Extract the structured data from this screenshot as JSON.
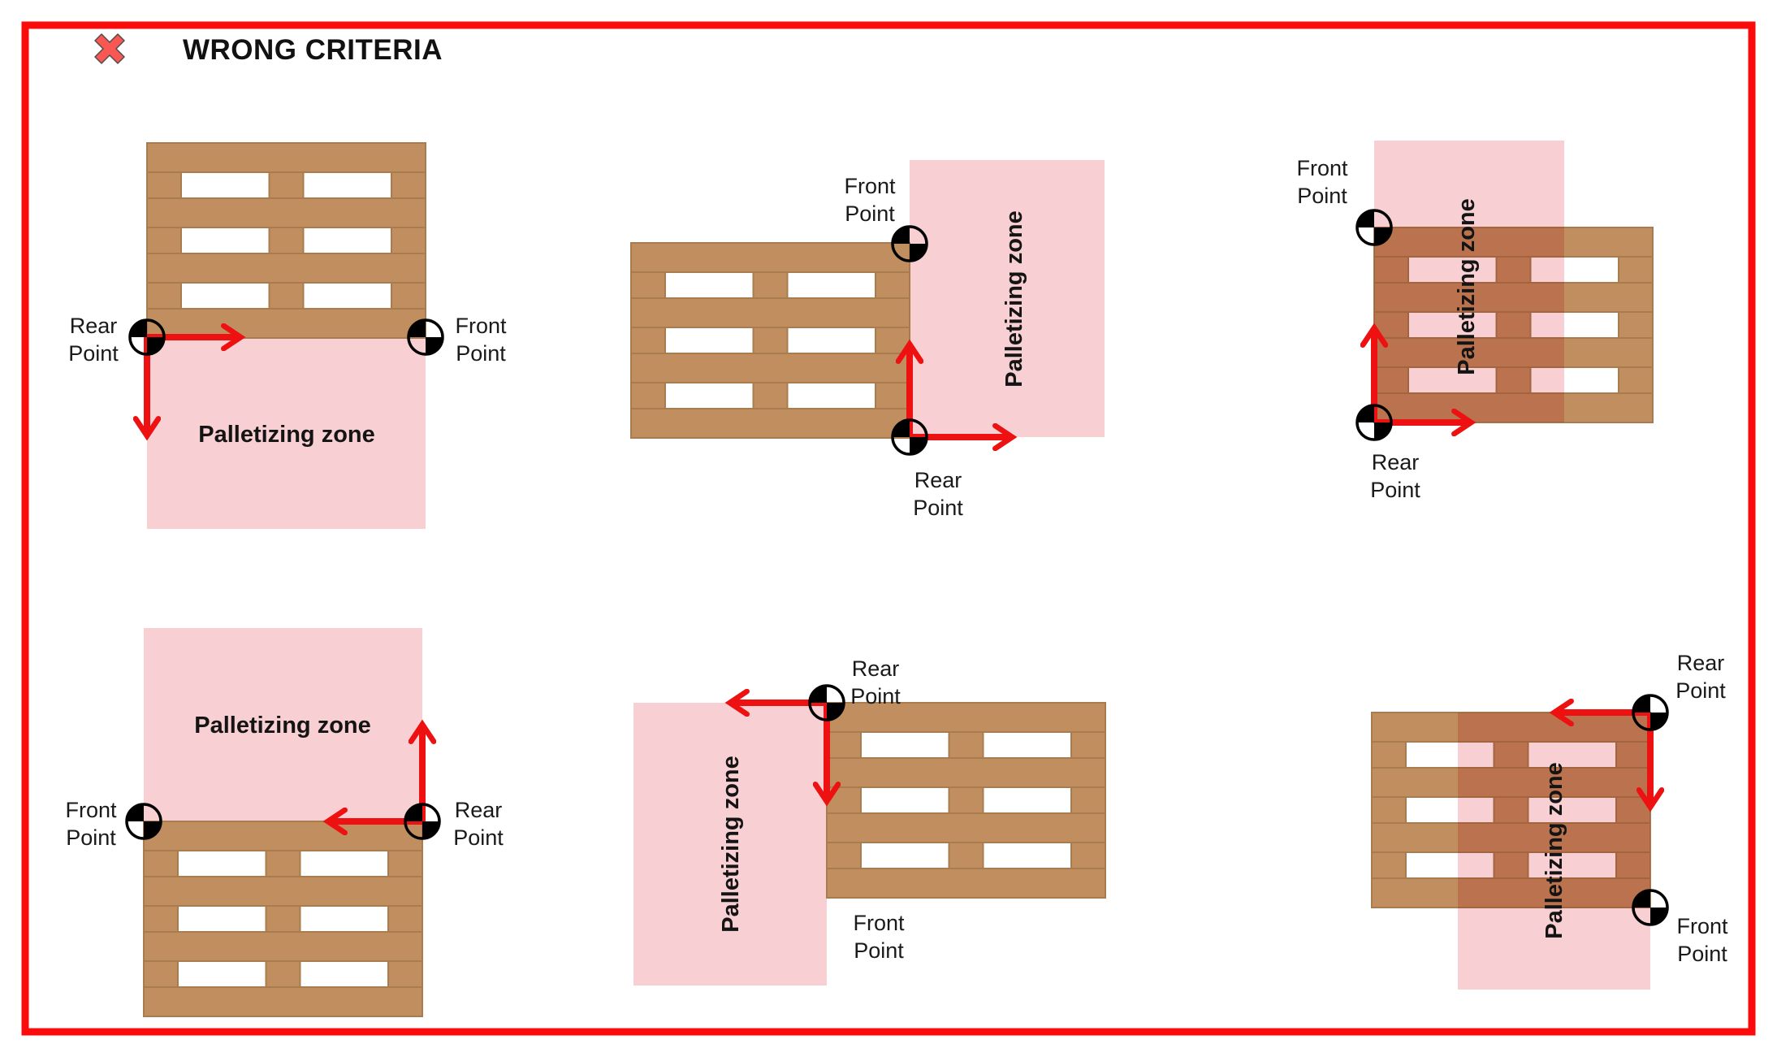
{
  "header": {
    "title": "WRONG CRITERIA",
    "icon": "red-x-cross"
  },
  "colors": {
    "background": "#FFFFFF",
    "frame_border_red": "#FB0B0B",
    "arrow_red": "#ED1111",
    "pallet_brown": "#C08E5F",
    "pallet_brown_stroke": "#A87C4E",
    "zone_pink": "#F8CFD2",
    "zone_overlap_effect": "multiply",
    "x_icon_fill": "#F85752",
    "label_black": "#111111"
  },
  "icons": {
    "wrong_icon": "red-x-cross",
    "point_marker": "center-of-mass-target"
  },
  "panels": [
    {
      "position": "top-left",
      "zone_label": "Palletizing zone",
      "rear_line1": "Rear",
      "rear_line2": "Point",
      "front_line1": "Front",
      "front_line2": "Point"
    },
    {
      "position": "top-middle",
      "zone_label": "Palletizing zone",
      "rear_line1": "Rear",
      "rear_line2": "Point",
      "front_line1": "Front",
      "front_line2": "Point"
    },
    {
      "position": "top-right",
      "zone_label": "Palletizing zone",
      "rear_line1": "Rear",
      "rear_line2": "Point",
      "front_line1": "Front",
      "front_line2": "Point"
    },
    {
      "position": "bottom-left",
      "zone_label": "Palletizing zone",
      "rear_line1": "Rear",
      "rear_line2": "Point",
      "front_line1": "Front",
      "front_line2": "Point"
    },
    {
      "position": "bottom-middle",
      "zone_label": "Palletizing zone",
      "rear_line1": "Rear",
      "rear_line2": "Point",
      "front_line1": "Front",
      "front_line2": "Point"
    },
    {
      "position": "bottom-right",
      "zone_label": "Palletizing zone",
      "rear_line1": "Rear",
      "rear_line2": "Point",
      "front_line1": "Front",
      "front_line2": "Point"
    }
  ]
}
